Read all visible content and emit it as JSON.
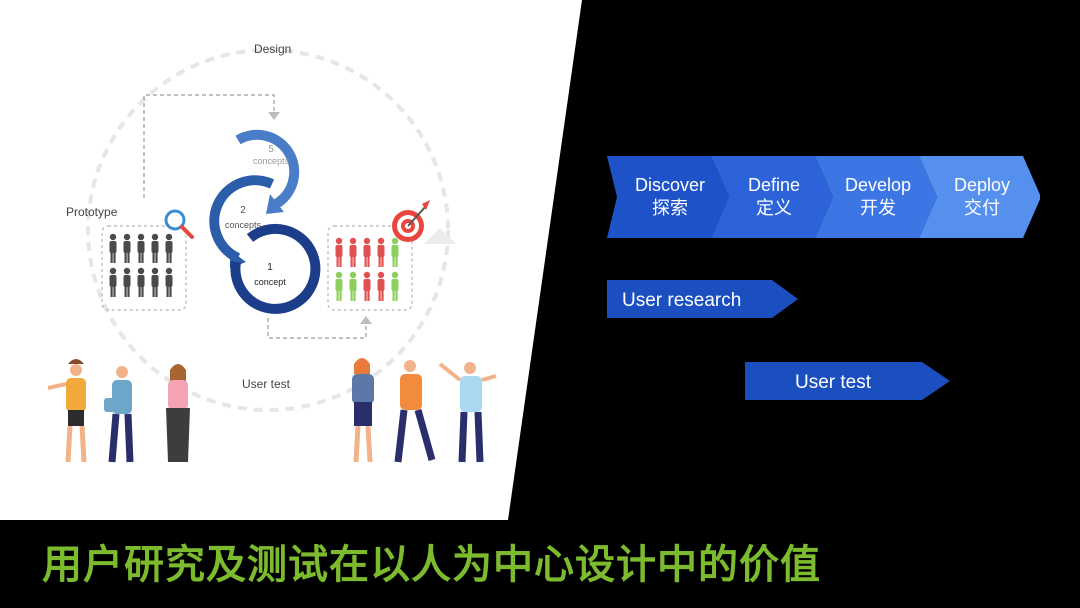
{
  "diagram": {
    "labels": {
      "design": "Design",
      "prototype": "Prototype",
      "user_test": "User test"
    },
    "funnel": {
      "five": {
        "num": "5",
        "word": "concepts"
      },
      "two": {
        "num": "2",
        "word": "concepts"
      },
      "one": {
        "num": "1",
        "word": "concept"
      }
    },
    "colors": {
      "ring_light": "#4a7dc7",
      "ring_mid": "#2c5da8",
      "ring_dark": "#1c3d8a",
      "person_gray": "#4a4a4a",
      "person_red": "#e05252",
      "person_green": "#8ccf5a",
      "target_red": "#e8463e"
    }
  },
  "process": {
    "stages": [
      {
        "en": "Discover",
        "zh": "探索",
        "color": "#1e52c9"
      },
      {
        "en": "Define",
        "zh": "定义",
        "color": "#2c63d8"
      },
      {
        "en": "Develop",
        "zh": "开发",
        "color": "#3b76e4"
      },
      {
        "en": "Deploy",
        "zh": "交付",
        "color": "#5590ee"
      }
    ],
    "bars": [
      {
        "label": "User research",
        "color": "#1b4fbf"
      },
      {
        "label": "User test",
        "color": "#1b4fbf"
      }
    ]
  },
  "caption": "用户研究及测试在以人为中心设计中的价值"
}
